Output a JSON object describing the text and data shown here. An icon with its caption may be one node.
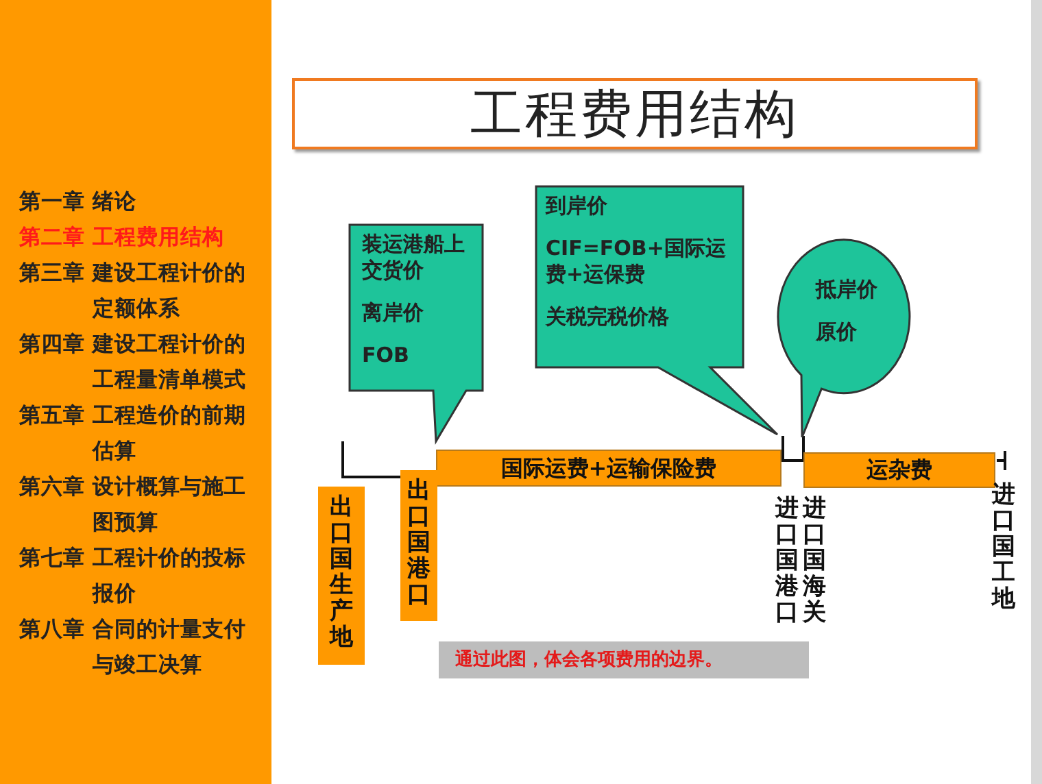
{
  "diagram": {
    "title": "工程费用结构",
    "nodes": [
      {
        "text": [
          "装运港船上交货价",
          "离岸价",
          "FOB"
        ]
      },
      {
        "text": [
          "到岸价",
          "CIF=FOB+国际运费+运保费",
          "关税完税价格"
        ]
      },
      {
        "text": [
          "抵岸价",
          "原价"
        ]
      },
      {
        "text": [
          "国际运费+运输保险费"
        ]
      },
      {
        "text": [
          "运杂费"
        ]
      },
      {
        "text": [
          "出口国生产地"
        ]
      },
      {
        "text": [
          "出口国港口"
        ]
      },
      {
        "text": [
          "进口国港口"
        ]
      },
      {
        "text": [
          "进口国海关"
        ]
      },
      {
        "text": [
          "进口国工地"
        ]
      },
      {
        "text": [
          "通过此图，体会各项费用的边界。"
        ]
      }
    ],
    "labels": [
      "第一章 绪论",
      "第二章 工程费用结构",
      "第三章 建设工程计价的定额体系",
      "第四章 建设工程计价的工程量清单模式",
      "第五章 工程造价的前期估算",
      "第六章 设计概算与施工图预算",
      "第七章 工程计价的投标报价",
      "第八章 合同的计量支付与竣工决算"
    ]
  }
}
